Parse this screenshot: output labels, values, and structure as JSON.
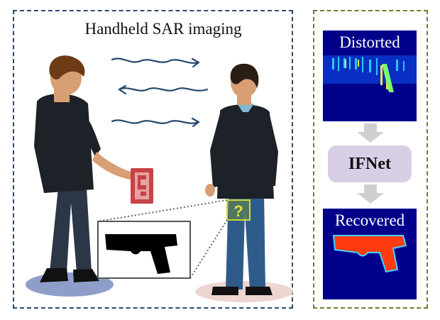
{
  "left_panel": {
    "title": "Handheld SAR imaging",
    "hidden_object_mark": "?"
  },
  "right_panel": {
    "top_image_label": "Distorted",
    "network_label": "IFNet",
    "bottom_image_label": "Recovered"
  },
  "colors": {
    "left_border": "#2f4a69",
    "right_border": "#6f7f2e",
    "wave_arrows": "#27486b",
    "ifnet_box": "#d8cfe6",
    "flow_arrows": "#cfcfcf",
    "sar_background": "#00008b",
    "recovered_gun": "#ff3b12"
  },
  "icons": [
    "person-holding-scanner-icon",
    "person-back-view-icon",
    "handheld-scanner-icon",
    "pistol-icon",
    "question-mark-icon",
    "wave-arrow-icon"
  ]
}
